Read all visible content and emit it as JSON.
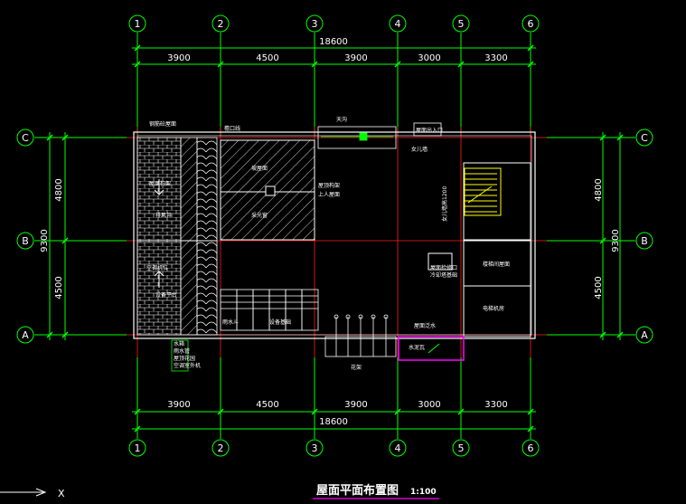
{
  "title": "屋面平面布置图",
  "scale": "1:100",
  "ucs_label": "X",
  "grid_cols": [
    "1",
    "2",
    "3",
    "4",
    "5",
    "6"
  ],
  "grid_rows": [
    "C",
    "B",
    "A"
  ],
  "top_dims": [
    "3900",
    "4500",
    "3900",
    "3000",
    "3300"
  ],
  "top_total": "18600",
  "bottom_dims": [
    "3900",
    "4500",
    "3900",
    "3000",
    "3300"
  ],
  "bottom_total": "18600",
  "left_dims": [
    "4800",
    "4500"
  ],
  "left_total": "9300",
  "right_dims": [
    "4800",
    "4500"
  ],
  "right_total": "9300",
  "labels": {
    "l1": "钢筋砼屋面",
    "l2": "檐口线",
    "l3": "天沟",
    "l4": "屋面出入口",
    "l5": "女儿墙",
    "l6": "坡屋面",
    "l7": "采光窗",
    "l8": "屋顶构架",
    "l9": "上人屋面",
    "l10": "冷却塔基础",
    "l11": "屋面构架",
    "l12": "排风井",
    "l13": "空调机位",
    "l14": "设备平台",
    "l15": "花架",
    "l16": "水箱",
    "l17": "雨水管",
    "l18": "屋顶花园",
    "l19": "空调室外机",
    "l20": "雨水斗",
    "l21": "女儿墙高1200",
    "l22": "楼梯间屋面",
    "l23": "电梯机房",
    "l24": "屋面泛水",
    "l25": "水泥瓦",
    "l26": "设备基础",
    "l27": "屋面检修口"
  },
  "colors": {
    "grid": "#00ff00",
    "axis": "#ff2020",
    "wall": "#ffffff",
    "stair": "#ffff00",
    "magenta": "#ff00ff",
    "background": "#000000"
  }
}
